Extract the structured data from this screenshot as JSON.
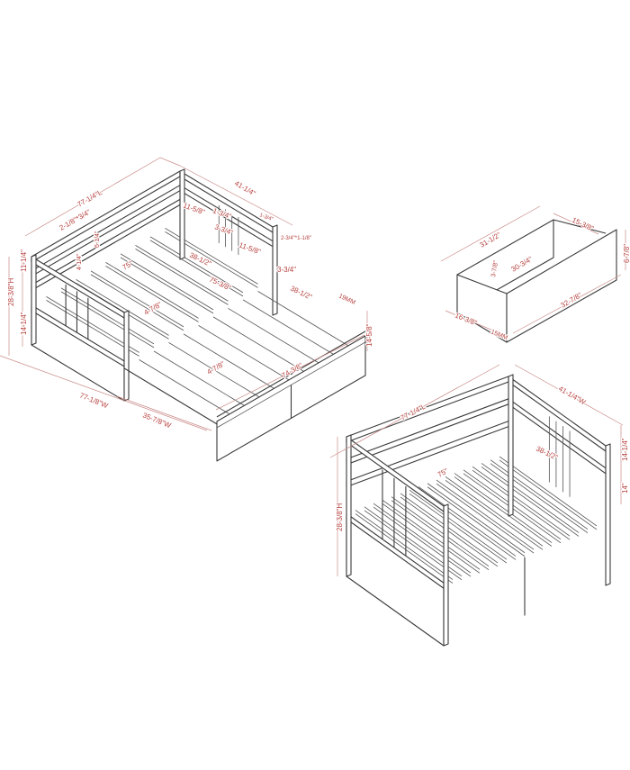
{
  "colors": {
    "line": "#3a3a3a",
    "dimension": "#b5413e",
    "background": "#ffffff"
  },
  "extended_bed": {
    "labels": {
      "length": "77-1/4\"L",
      "width": "41-1/4\"",
      "rail_gap": "2-1/8\"*3/4\"",
      "post_a": "11-5/8\"",
      "post_b": "11-5/8\"",
      "spindle_a": "1-3/4\"",
      "spindle_b": "3-3/4\"",
      "headboard_rail": "1-3/4\"",
      "headboard_post": "2-3/4\"*1-1/8\"",
      "upper_rail": "6-1/4\"",
      "lower_rail": "4-1/4\"",
      "deck_width": "38-1/2\"",
      "deck_length": "75\"",
      "slat_span": "75-3/8\"",
      "trundle_post": "3-3/4\"",
      "trundle_width": "38-1/2\"",
      "slat_gap": "4-7/8\"",
      "trundle_slat_gap": "4-7/8\"",
      "trundle_board": "19MM",
      "height_total": "28-3/8\"H",
      "height_upper": "11-1/4\"",
      "height_lower": "14-1/4\"",
      "trundle_height": "14-5/8\"",
      "extended_width": "77-1/8\"W",
      "trundle_depth": "35-7/8\"W",
      "trundle_length": "74-3/8\""
    }
  },
  "drawer": {
    "labels": {
      "length_top": "31-1/2\"",
      "depth": "15-3/8\"",
      "height": "6-7/8\"",
      "inner_height": "3-7/8\"",
      "inner_length": "30-3/4\"",
      "front_length": "32-7/8\"",
      "side_depth": "16-3/8\"",
      "board": "15MM"
    }
  },
  "daybed": {
    "labels": {
      "length": "77-1/4\"L",
      "width": "41-1/4\"W",
      "deck_width": "38-1/2\"",
      "deck_length": "75\"",
      "height_total": "28-3/8\"H",
      "height_upper": "14-1/4\"",
      "height_lower": "14\""
    }
  }
}
